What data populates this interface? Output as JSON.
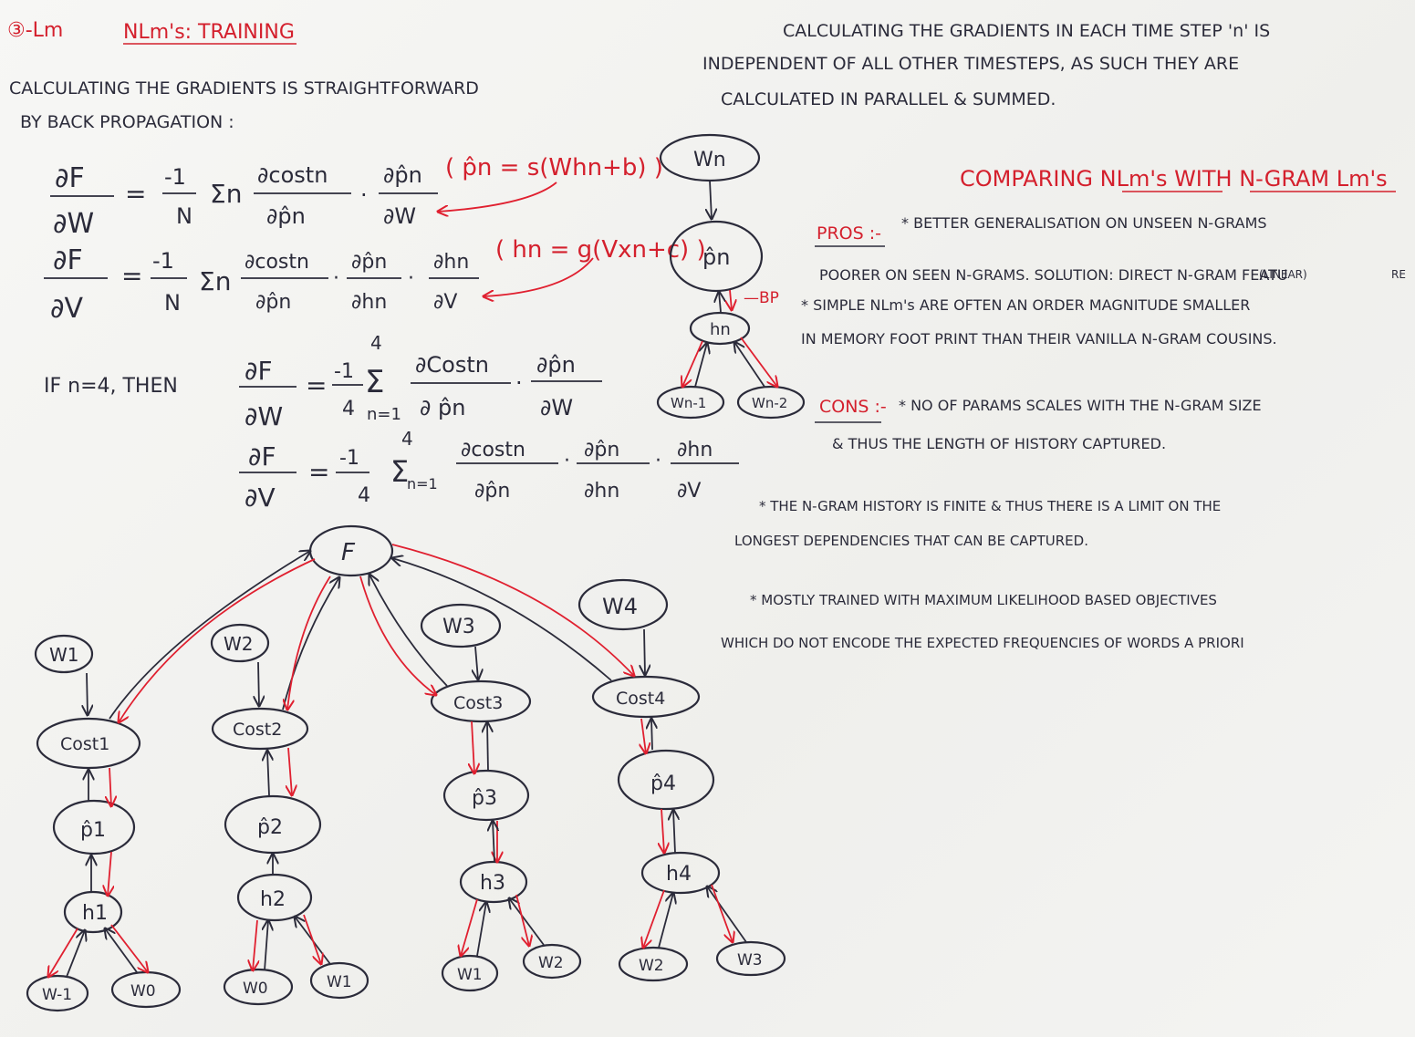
{
  "header": {
    "corner_tag": "③-Lm",
    "title": "NLm's: TRAINING"
  },
  "left_intro": {
    "line1": "CALCULATING THE GRADIENTS IS STRAIGHTFORWARD",
    "line2": "BY BACK PROPAGATION :"
  },
  "right_intro": {
    "line1": "CALCULATING THE GRADIENTS IN EACH TIME STEP 'n' IS",
    "line2": "INDEPENDENT OF ALL OTHER TIMESTEPS, AS SUCH THEY ARE",
    "line3": "CALCULATED IN PARALLEL & SUMMED."
  },
  "formulas": {
    "f1_lhs_num": "∂F",
    "f1_lhs_den": "∂W",
    "f1_coef_num": "-1",
    "f1_coef_den": "N",
    "f1_sum": "Σn",
    "f1_t1_num": "∂costn",
    "f1_t1_den": "∂p̂n",
    "f1_t2_num": "∂p̂n",
    "f1_t2_den": "∂W",
    "f1_note": "( p̂n = s(Whn+b) )",
    "f2_lhs_num": "∂F",
    "f2_lhs_den": "∂V",
    "f2_coef_num": "-1",
    "f2_coef_den": "N",
    "f2_sum": "Σn",
    "f2_t1_num": "∂costn",
    "f2_t1_den": "∂p̂n",
    "f2_t2_num": "∂p̂n",
    "f2_t2_den": "∂hn",
    "f2_t3_num": "∂hn",
    "f2_t3_den": "∂V",
    "f2_note": "( hn = g(Vxn+c) )",
    "if_text": "IF n=4, THEN",
    "f3_lhs_num": "∂F",
    "f3_lhs_den": "∂W",
    "f3_coef_num": "-1",
    "f3_coef_den": "4",
    "f3_sum_top": "4",
    "f3_sum": "Σ",
    "f3_sum_bot": "n=1",
    "f3_t1_num": "∂Costn",
    "f3_t1_den": "∂ p̂n",
    "f3_t2_num": "∂p̂n",
    "f3_t2_den": "∂W",
    "f4_lhs_num": "∂F",
    "f4_lhs_den": "∂V",
    "f4_coef_num": "-1",
    "f4_coef_den": "4",
    "f4_sum_top": "4",
    "f4_sum": "Σ",
    "f4_sum_bot": "n=1",
    "f4_t1_num": "∂costn",
    "f4_t1_den": "∂p̂n",
    "f4_t2_num": "∂p̂n",
    "f4_t2_den": "∂hn",
    "f4_t3_num": "∂hn",
    "f4_t3_den": "∂V"
  },
  "mini_graph": {
    "wn": "Wn",
    "pn": "p̂n",
    "hn": "hn",
    "wn1": "Wn-1",
    "wn2": "Wn-2",
    "bp_label": "—BP"
  },
  "comparison": {
    "title": "COMPARING NLm's WITH N-GRAM Lm's",
    "pros_label": "PROS :-",
    "pros_line1": "* BETTER GENERALISATION ON UNSEEN N-GRAMS",
    "pros_line2": "POORER ON SEEN N-GRAMS. SOLUTION: DIRECT N-GRAM FEATU",
    "pros_note1": "(LINEAR)",
    "pros_note2": "RE",
    "pros_line3": "* SIMPLE NLm's ARE OFTEN AN ORDER MAGNITUDE SMALLER",
    "pros_line4": "IN MEMORY FOOT PRINT THAN THEIR VANILLA N-GRAM COUSINS.",
    "cons_label": "CONS :-",
    "cons_line1": "* NO OF PARAMS SCALES WITH THE N-GRAM SIZE",
    "cons_line2": "& THUS THE LENGTH OF HISTORY CAPTURED.",
    "cons_line3": "* THE N-GRAM HISTORY IS FINITE & THUS THERE IS A LIMIT ON THE",
    "cons_line4": "LONGEST DEPENDENCIES THAT CAN BE CAPTURED.",
    "cons_line5": "* MOSTLY TRAINED WITH MAXIMUM LIKELIHOOD BASED OBJECTIVES",
    "cons_line6": "WHICH DO NOT ENCODE THE EXPECTED FREQUENCIES OF WORDS A PRIORI"
  },
  "graph": {
    "F": "F",
    "W1": "W1",
    "W2": "W2",
    "W3": "W3",
    "W4": "W4",
    "cost1": "Cost1",
    "cost2": "Cost2",
    "cost3": "Cost3",
    "cost4": "Cost4",
    "p1": "p̂1",
    "p2": "p̂2",
    "p3": "p̂3",
    "p4": "p̂4",
    "h1": "h1",
    "h2": "h2",
    "h3": "h3",
    "h4": "h4",
    "x_w_1": "W-1",
    "x_w0": "W0",
    "x_w0b": "W0",
    "x_w1": "W1",
    "x_w1b": "W1",
    "x_w2": "W2",
    "x_w2b": "W2",
    "x_w3": "W3"
  },
  "colors": {
    "ink_dark": "#2b2b3a",
    "ink_red": "#d4202d",
    "board": "#f3f3f1"
  }
}
